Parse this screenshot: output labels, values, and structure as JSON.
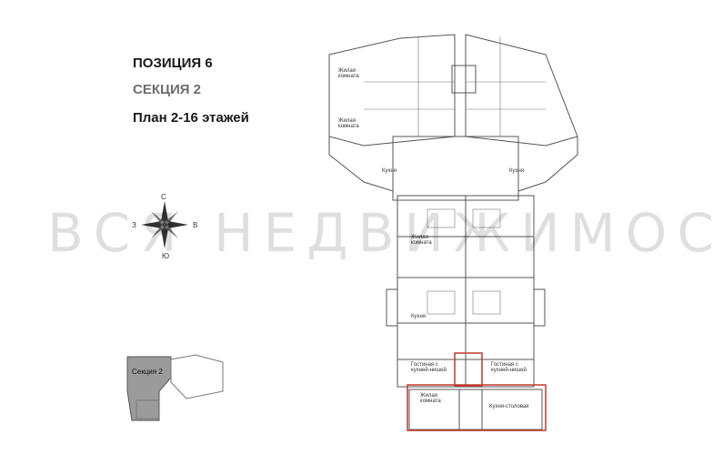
{
  "header": {
    "position": "ПОЗИЦИЯ 6",
    "section": "СЕКЦИЯ 2",
    "plan": "План 2-16 этажей"
  },
  "compass": {
    "north": "С",
    "south": "Ю",
    "west": "З",
    "east": "В"
  },
  "key_plan": {
    "section_label": "Секция 2"
  },
  "watermark": "ВСЯ НЕДВИЖИМОСТЬ",
  "room_labels": {
    "living": "Жилая комната",
    "kitchen": "Кухня",
    "guest_kitchen": "Гостиная с кухней-нишей",
    "kitchen_dining": "Кухня-столовая"
  },
  "colors": {
    "highlight": "#c0392b",
    "lines": "#555555"
  }
}
